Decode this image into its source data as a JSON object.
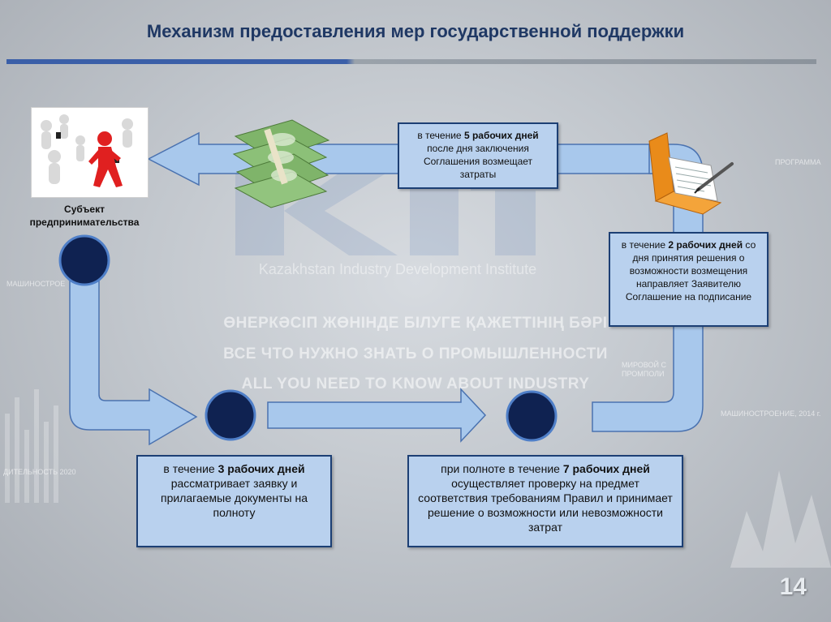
{
  "slide": {
    "title": "Механизм предоставления мер государственной поддержки",
    "page_number": "14",
    "subject_label": "Субъект предпринимательства"
  },
  "background": {
    "logo_subtitle": "Kazakhstan Industry Development Institute",
    "line1": "ӨНЕРКӘСІП ЖӨНІНДЕ БІЛУГЕ ҚАЖЕТТІНІҢ БӘРІ",
    "line2": "ВСЕ ЧТО НУЖНО ЗНАТЬ О ПРОМЫШЛЕННОСТИ",
    "line3": "ALL YOU NEED TO KNOW ABOUT INDUSTRY",
    "side_left1": "МАШИНОСТРОЕ",
    "side_left2": "ДИТЕЛЬНОСТЬ 2020",
    "side_right1": "ПРОГРАММА",
    "side_right2": "МИРОВОЙ С\nПРОМПОЛИ",
    "side_right3": "МАШИНОСТРОЕНИЕ, 2014 г."
  },
  "steps": {
    "step1": {
      "pre": "в течение ",
      "strong": "3 рабочих дней",
      "post": " рассматривает заявку и прилагаемые документы на полноту"
    },
    "step2": {
      "pre": "при полноте в течение ",
      "strong": "7 рабочих дней",
      "post": " осуществляет проверку на предмет соответствия требованиям Правил и принимает решение о возможности или невозможности затрат"
    },
    "step3": {
      "pre": "в течение ",
      "strong": "2 рабочих дней",
      "post": " со дня принятия решения о возможности возмещения направляет Заявителю Соглашение на подписание"
    },
    "step4": {
      "pre": "в течение ",
      "strong": "5 рабочих дней",
      "post": " после дня заключения Соглашения возмещает затраты"
    }
  },
  "colors": {
    "arrow_fill": "#a8c8ec",
    "arrow_stroke": "#4a72b0",
    "circle_fill": "#0f2251",
    "circle_stroke": "#4f7fc8",
    "box_fill": "#b9d1ee",
    "box_border": "#1c3f74",
    "title": "#1f3864"
  },
  "icons": [
    "money-stack-icon",
    "folder-document-icon",
    "people-running-icon"
  ]
}
